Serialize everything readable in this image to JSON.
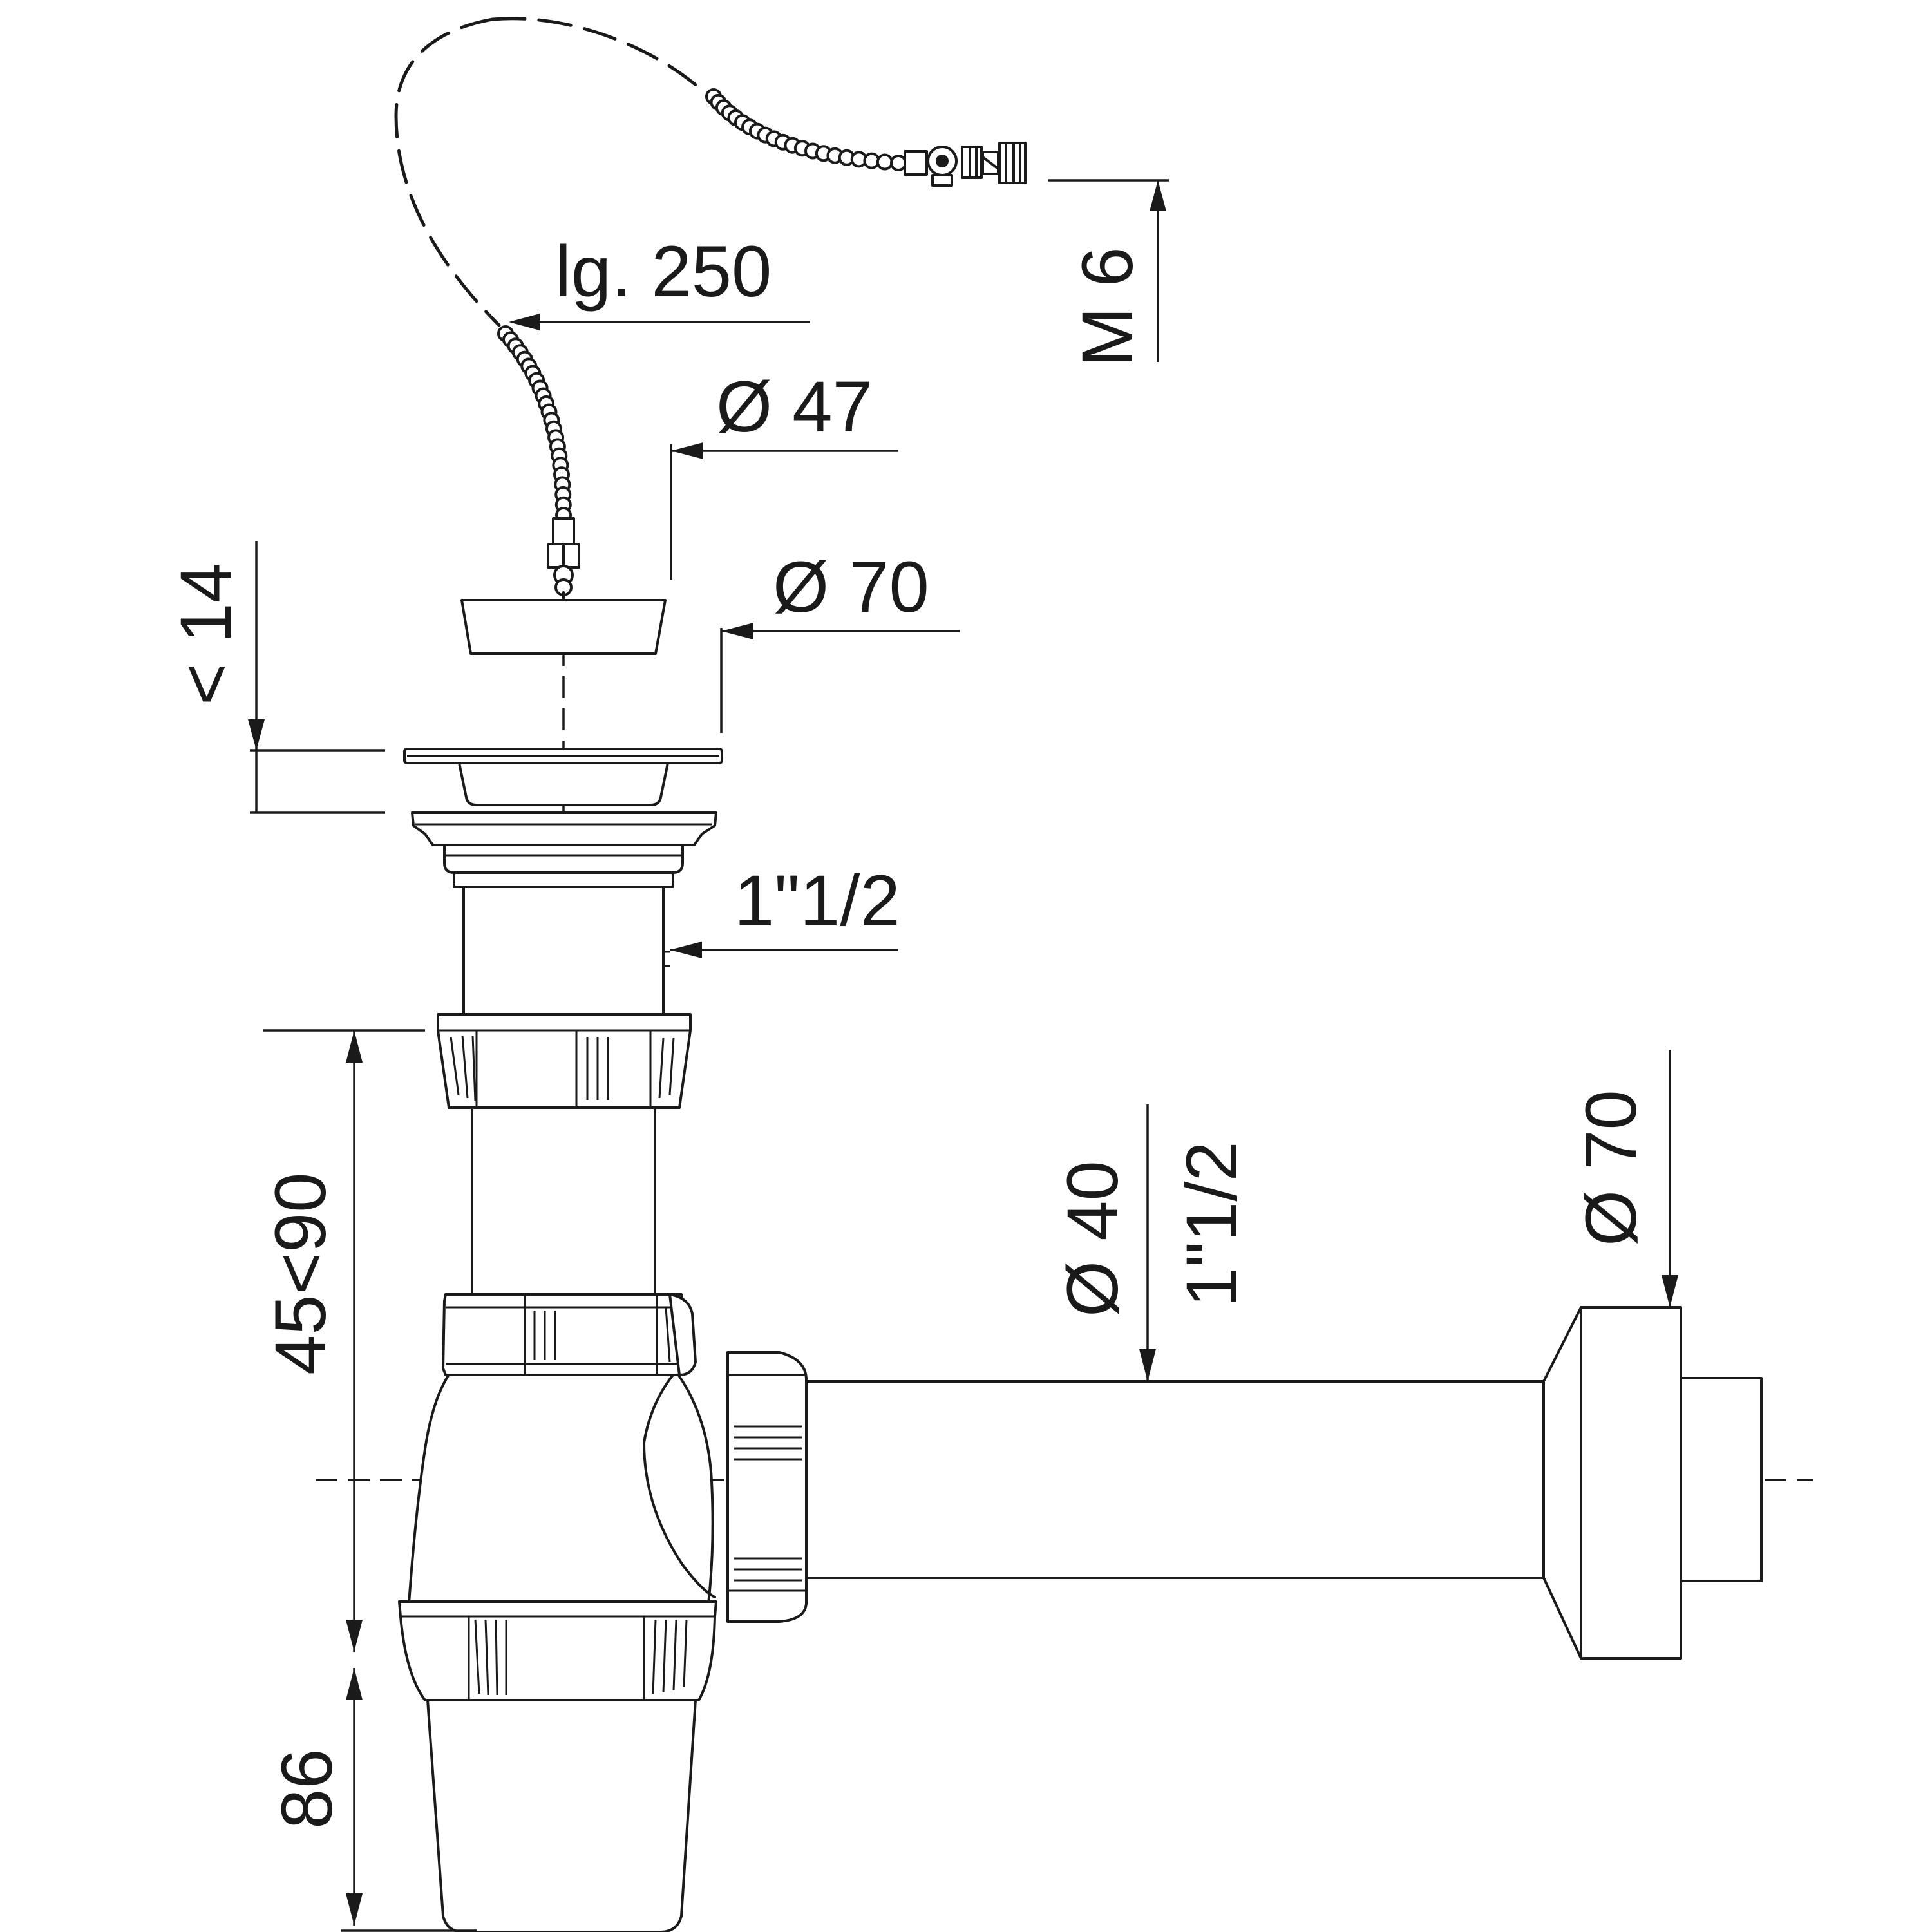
{
  "drawing": {
    "labels": {
      "chain_length": "lg. 250",
      "stopper_thread": "M 6",
      "plug_diameter": "Ø 47",
      "grid_diameter": "Ø 70",
      "grid_height": "< 14",
      "inlet_thread": "1\"1/2",
      "height_adjust": "45<90",
      "cup_height": "86",
      "outlet_diameter": "Ø 40",
      "outlet_thread": "1\"1/2",
      "rosette_diameter": "Ø 70"
    },
    "colors": {
      "line": "#1a1a1a",
      "background": "#ffffff"
    }
  }
}
